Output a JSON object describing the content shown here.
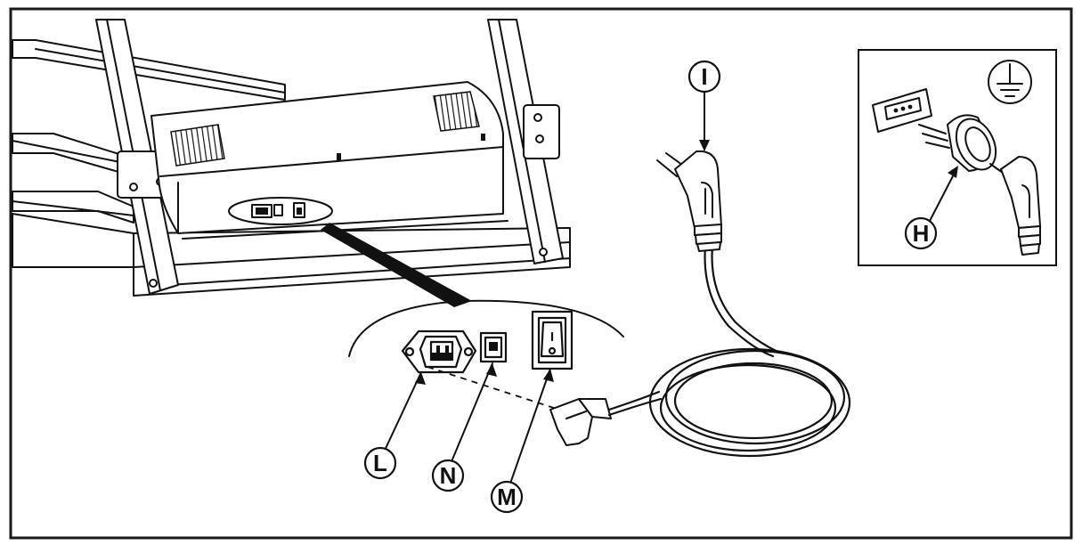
{
  "callouts": {
    "L": "L",
    "N": "N",
    "M": "M",
    "I": "I",
    "H": "H"
  },
  "icons": {
    "ground": "ground-symbol-icon"
  },
  "colors": {
    "line": "#111111",
    "background": "#ffffff",
    "frame": "#1a1a1a"
  }
}
